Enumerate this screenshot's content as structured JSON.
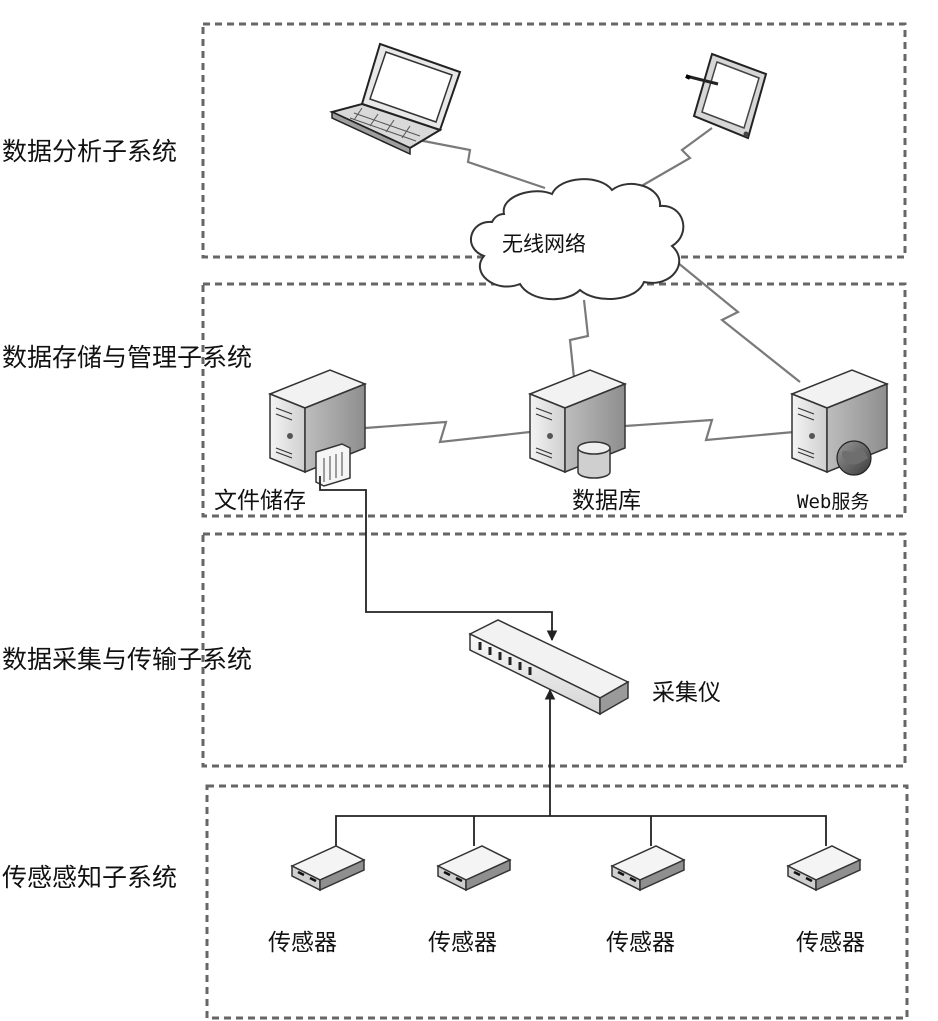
{
  "layers": {
    "analysis": "数据分析子系统",
    "storage": "数据存储与管理子系统",
    "collection": "数据采集与传输子系统",
    "sensing": "传感感知子系统"
  },
  "nodes": {
    "cloud": "无线网络",
    "file_storage": "文件储存",
    "database": "数据库",
    "web_service": "Web服务",
    "collector": "采集仪",
    "sensors": [
      "传感器",
      "传感器",
      "传感器",
      "传感器"
    ]
  },
  "icons": {
    "laptop": "laptop-icon",
    "tablet": "tablet-icon",
    "cloud": "cloud-icon",
    "server": "server-icon",
    "database_cylinder": "database-icon",
    "globe": "globe-icon",
    "collector": "data-logger-icon",
    "sensor": "sensor-icon"
  }
}
